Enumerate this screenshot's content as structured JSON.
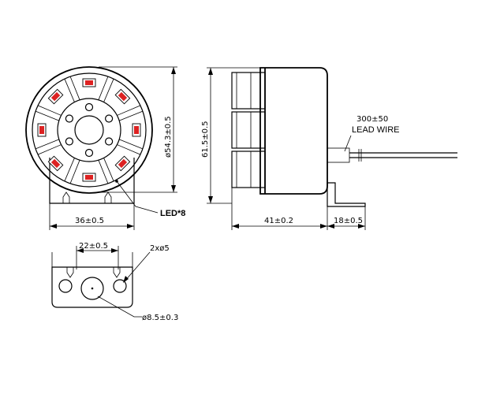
{
  "dimensions": {
    "front_width": "36±0.5",
    "front_diameter": "ø54.3±0.5",
    "side_height": "61.5±0.5",
    "body_length": "41±0.2",
    "bracket_length": "18±0.5",
    "lead_wire_length": "300±50",
    "hole_spacing": "22±0.5",
    "small_holes": "2xø5",
    "center_hole": "ø8.5±0.3"
  },
  "labels": {
    "led": "LED*8",
    "lead_wire": "LEAD WIRE"
  },
  "colors": {
    "led": "#dd2222",
    "line": "#000000"
  }
}
